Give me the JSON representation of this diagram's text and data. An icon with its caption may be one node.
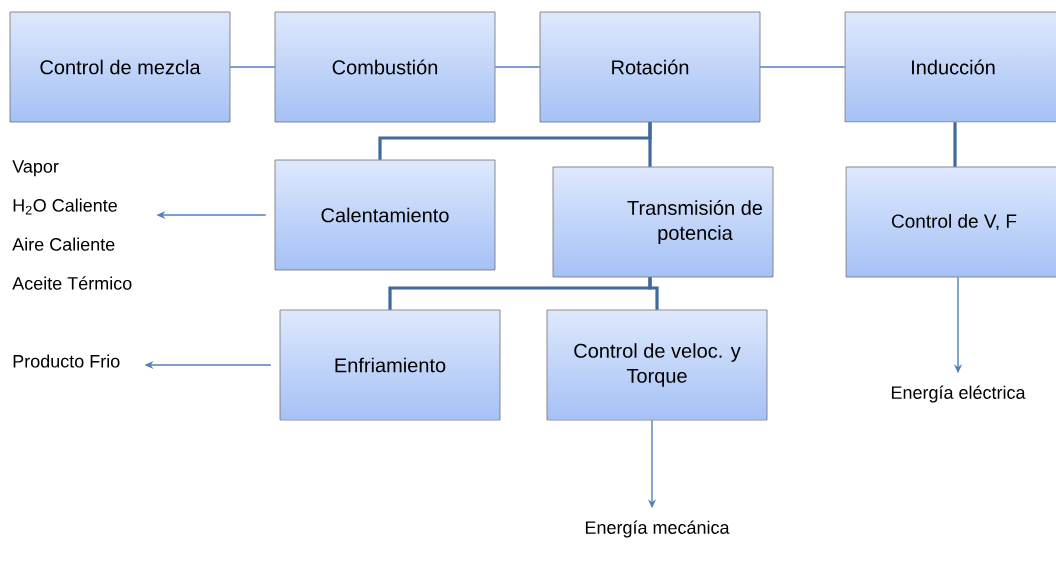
{
  "diagram": {
    "nodes": [
      {
        "text": [
          "Control de mezcla"
        ]
      },
      {
        "text": [
          "Combustión"
        ]
      },
      {
        "text": [
          "Rotación"
        ]
      },
      {
        "text": [
          "Inducción"
        ]
      },
      {
        "text": [
          "Calentamiento"
        ]
      },
      {
        "text": [
          "Transmisión de potencia"
        ]
      },
      {
        "text": [
          "Control de V, F"
        ]
      },
      {
        "text": [
          "Enfriamiento"
        ]
      },
      {
        "text": [
          "Control de veloc. y Torque"
        ]
      },
      {
        "text": [
          "Vapor",
          "H$_{2}$O Caliente",
          "Aire Caliente",
          "Aceite Térmico"
        ]
      },
      {
        "text": [
          "Producto Frio"
        ]
      },
      {
        "text": [
          "Energía eléctrica"
        ]
      },
      {
        "text": [
          "Energía mecánica"
        ]
      }
    ],
    "edges": [
      {
        "from": 0,
        "to": 1,
        "arrow": "none"
      },
      {
        "from": 1,
        "to": 2,
        "arrow": "none"
      },
      {
        "from": 2,
        "to": 3,
        "arrow": "none"
      },
      {
        "from": 2,
        "to": 4,
        "arrow": "none",
        "style": "thick",
        "color": "#41699b"
      },
      {
        "from": 2,
        "to": 5,
        "arrow": "none",
        "style": "thick",
        "color": "#41699b"
      },
      {
        "from": 5,
        "to": 7,
        "arrow": "none",
        "style": "thick",
        "color": "#41699b"
      },
      {
        "from": 5,
        "to": 8,
        "arrow": "none",
        "style": "thick",
        "color": "#41699b"
      },
      {
        "from": 3,
        "to": 6,
        "arrow": "none",
        "style": "thick",
        "color": "#41699b"
      },
      {
        "from": 4,
        "to": 9,
        "arrow": "to"
      },
      {
        "from": 7,
        "to": 10,
        "arrow": "to"
      },
      {
        "from": 6,
        "to": 11,
        "arrow": "to"
      },
      {
        "from": 8,
        "to": 12,
        "arrow": "to"
      }
    ]
  }
}
